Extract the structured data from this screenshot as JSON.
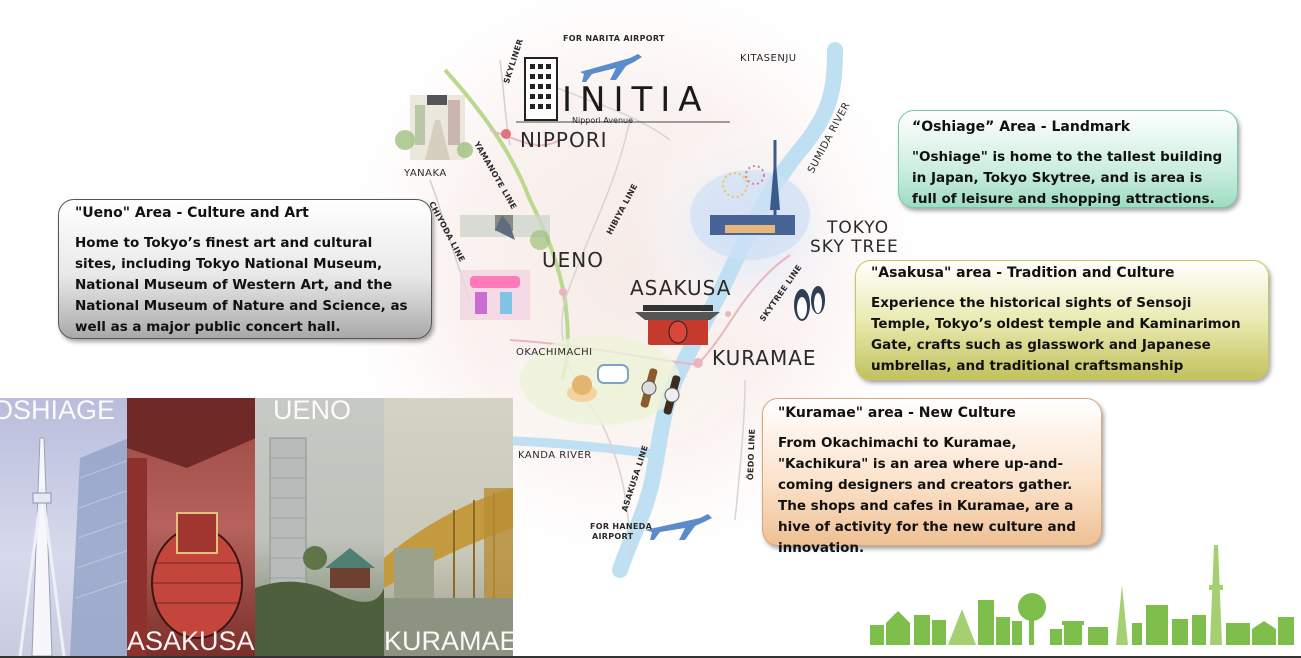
{
  "map": {
    "brand": {
      "name": "INITIA",
      "subtitle": "Nippori Avenue"
    },
    "stations": {
      "nippori": "NIPPORI",
      "ueno": "UENO",
      "asakusa": "ASAKUSA",
      "kuramae": "KURAMAE",
      "skytree_line1": "TOKYO",
      "skytree_line2": "SKY TREE"
    },
    "places": {
      "yanaka": "YANAKA",
      "okachimachi": "OKACHIMACHI",
      "kitasenju": "KITASENJU"
    },
    "lines": {
      "skyliner": "SKYLINER",
      "yamanote": "YAMANOTE LINE",
      "chiyoda": "CHIYODA LINE",
      "hibiya": "HIBIYA LINE",
      "skytree": "SKYTREE LINE",
      "asakusa_line": "ASAKUSA LINE",
      "oedo": "ŌEDO LINE"
    },
    "rivers": {
      "sumida": "SUMIDA RIVER",
      "kanda": "KANDA RIVER"
    },
    "airports": {
      "narita": "FOR NARITA AIRPORT",
      "haneda_1": "FOR HANEDA",
      "haneda_2": "AIRPORT"
    },
    "colors": {
      "river": "#bfe0f2",
      "rail": "#e9b6bf",
      "station_dot": "#e0737f"
    }
  },
  "callouts": {
    "ueno": {
      "title": "\"Ueno\" Area - Culture and Art",
      "body": "Home to Tokyo’s finest art and cultural sites, including Tokyo National Museum, National Museum of Western Art, and the National Museum of Nature and Science, as well as a major public concert hall."
    },
    "oshiage": {
      "title": "“Oshiage” Area - Landmark",
      "body": "\"Oshiage\" is home to the tallest building in Japan, Tokyo Skytree, and is area is full of leisure and shopping attractions."
    },
    "asakusa": {
      "title": "\"Asakusa\" area -  Tradition and Culture",
      "body": "Experience the historical sights of Sensoji Temple, Tokyo’s oldest temple and Kaminarimon Gate, crafts such as glasswork and Japanese umbrellas, and traditional craftsmanship"
    },
    "kuramae": {
      "title": "\"Kuramae\" area - New Culture",
      "body": "From Okachimachi to Kuramae, \"Kachikura\" is an area where up-and-coming designers and creators gather. The shops and cafes in Kuramae, are a hive of activity for the new culture and innovation."
    }
  },
  "photos": {
    "oshiage": "OSHIAGE",
    "asakusa": "ASAKUSA",
    "ueno": "UENO",
    "kuramae": "KURAMAE"
  },
  "skyline": {
    "color": "#7dbf4a"
  }
}
